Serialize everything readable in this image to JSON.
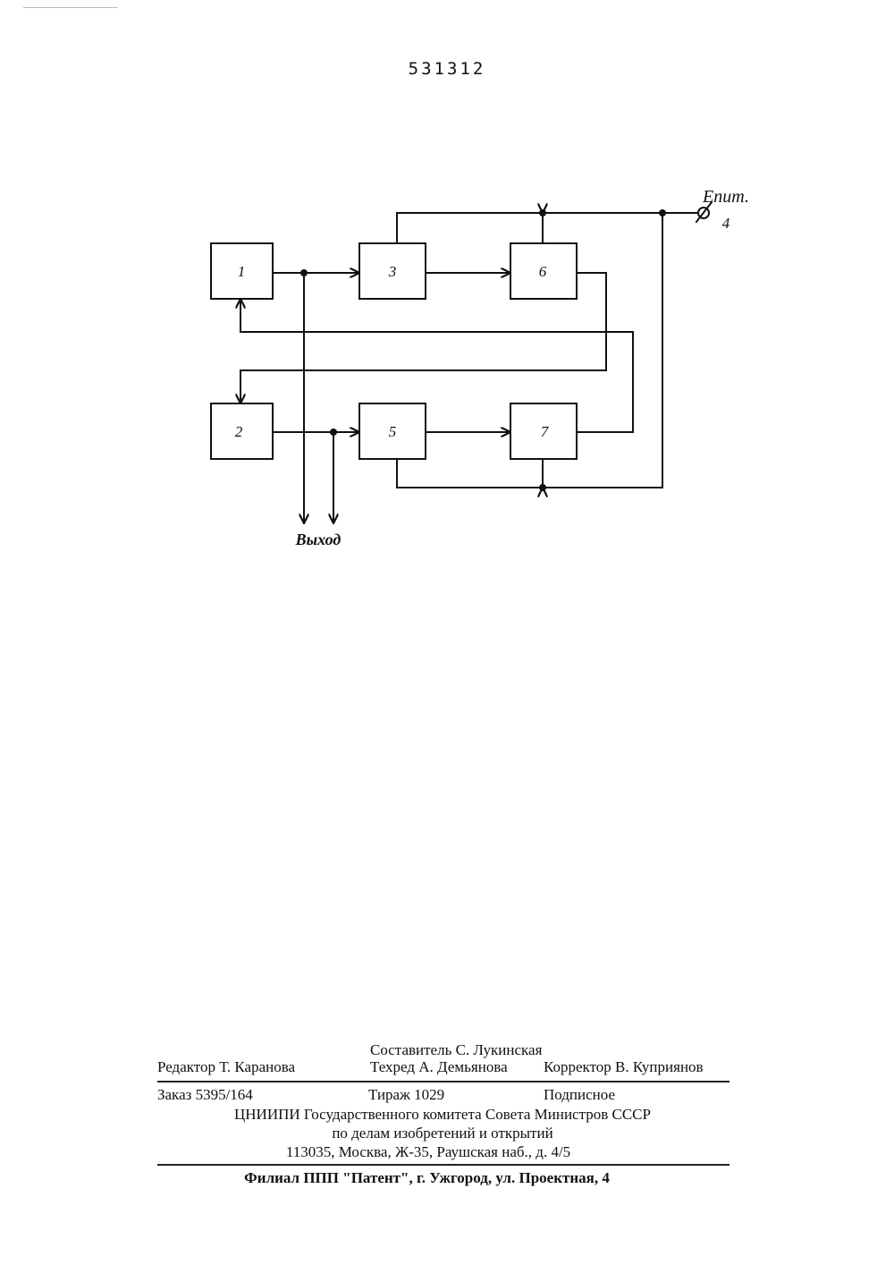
{
  "patent_number": "531312",
  "diagram": {
    "blocks": [
      {
        "id": "b1",
        "label": "1"
      },
      {
        "id": "b2",
        "label": "2"
      },
      {
        "id": "b3",
        "label": "3"
      },
      {
        "id": "b5",
        "label": "5"
      },
      {
        "id": "b6",
        "label": "6"
      },
      {
        "id": "b7",
        "label": "7"
      }
    ],
    "power_label": "Епит.",
    "power_terminal_number": "4",
    "output_label": "Выход"
  },
  "colophon": {
    "compiler": "Составитель С. Лукинская",
    "editor": "Редактор Т. Каранова",
    "techred": "Техред А. Демьянова",
    "corrector": "Корректор В. Куприянов",
    "order": "Заказ 5395/164",
    "circulation": "Тираж 1029",
    "subscription": "Подписное",
    "org_line1": "ЦНИИПИ Государственного комитета Совета Министров СССР",
    "org_line2": "по делам изобретений и открытий",
    "address": "113035, Москва, Ж-35, Раушская наб., д. 4/5",
    "branch": "Филиал ППП \"Патент\", г. Ужгород, ул. Проектная, 4"
  }
}
